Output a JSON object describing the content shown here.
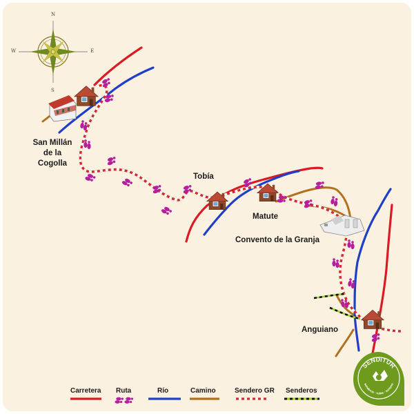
{
  "colors": {
    "background": "#fbf1e1",
    "carretera": "#d91b22",
    "rio": "#1f3fc9",
    "camino": "#b07020",
    "sendero_gr_red": "#d32a2a",
    "sendero_gr_white": "#ffffff",
    "senderos_green": "#9bcc2e",
    "senderos_black": "#111111",
    "ruta": "#b51f9e",
    "roof": "#b94a35",
    "wall": "#a0522d",
    "logo": "#6e9a1e"
  },
  "compass": {
    "north": "N",
    "south": "S",
    "east": "E",
    "west": "W"
  },
  "places": [
    {
      "id": "san-millan",
      "lines": [
        "San Millán",
        "de la",
        "Cogolla"
      ]
    },
    {
      "id": "tobia",
      "lines": [
        "Tobía"
      ]
    },
    {
      "id": "matute",
      "lines": [
        "Matute"
      ]
    },
    {
      "id": "convento",
      "lines": [
        "Convento de la Granja"
      ]
    },
    {
      "id": "anguiano",
      "lines": [
        "Anguiano"
      ]
    }
  ],
  "legend": {
    "carretera": "Carretera",
    "ruta": "Ruta",
    "rio": "Río",
    "camino": "Camino",
    "sendero_gr": "Sendero GR",
    "senderos": "Senderos"
  },
  "logo": {
    "brand": "SENDiTUR",
    "tagline": "senderos · rutas · turismo"
  }
}
